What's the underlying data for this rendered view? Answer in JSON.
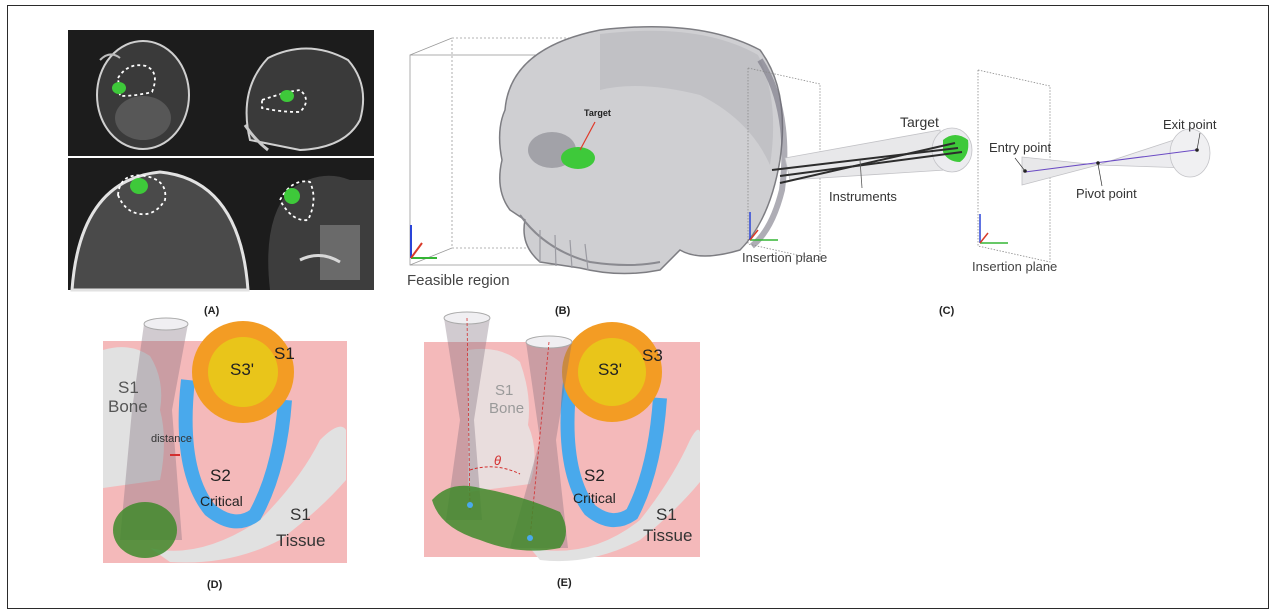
{
  "panel_a": {
    "caption": "(A)"
  },
  "panel_b": {
    "caption": "(B)",
    "target": "Target",
    "region": "Feasible region"
  },
  "panel_c": {
    "caption": "(C)",
    "target": "Target",
    "instruments": "Instruments",
    "plane_left": "Insertion plane",
    "plane_right": "Insertion plane",
    "entry": "Entry point",
    "exit": "Exit point",
    "pivot": "Pivot point"
  },
  "panel_d": {
    "caption": "(D)",
    "s1_bone_a": "S1",
    "s1_bone_b": "Bone",
    "s3": "S3'",
    "s1_top": "S1",
    "distance": "distance",
    "s2": "S2",
    "critical": "Critical",
    "s1_tissue_a": "S1",
    "s1_tissue_b": "Tissue"
  },
  "panel_e": {
    "caption": "(E)",
    "s1_bone_a": "S1",
    "s1_bone_b": "Bone",
    "s3p": "S3'",
    "s3": "S3",
    "theta": "θ",
    "s2": "S2",
    "critical": "Critical",
    "s1_tissue_a": "S1",
    "s1_tissue_b": "Tissue"
  },
  "colors": {
    "pink": "#f4b9ba",
    "bone": "#e1e1e1",
    "critical": "#49a9ec",
    "orange": "#f39c24",
    "yellow": "#e9c51a",
    "green": "#3f8a2c",
    "target_green": "#3ec93a"
  }
}
